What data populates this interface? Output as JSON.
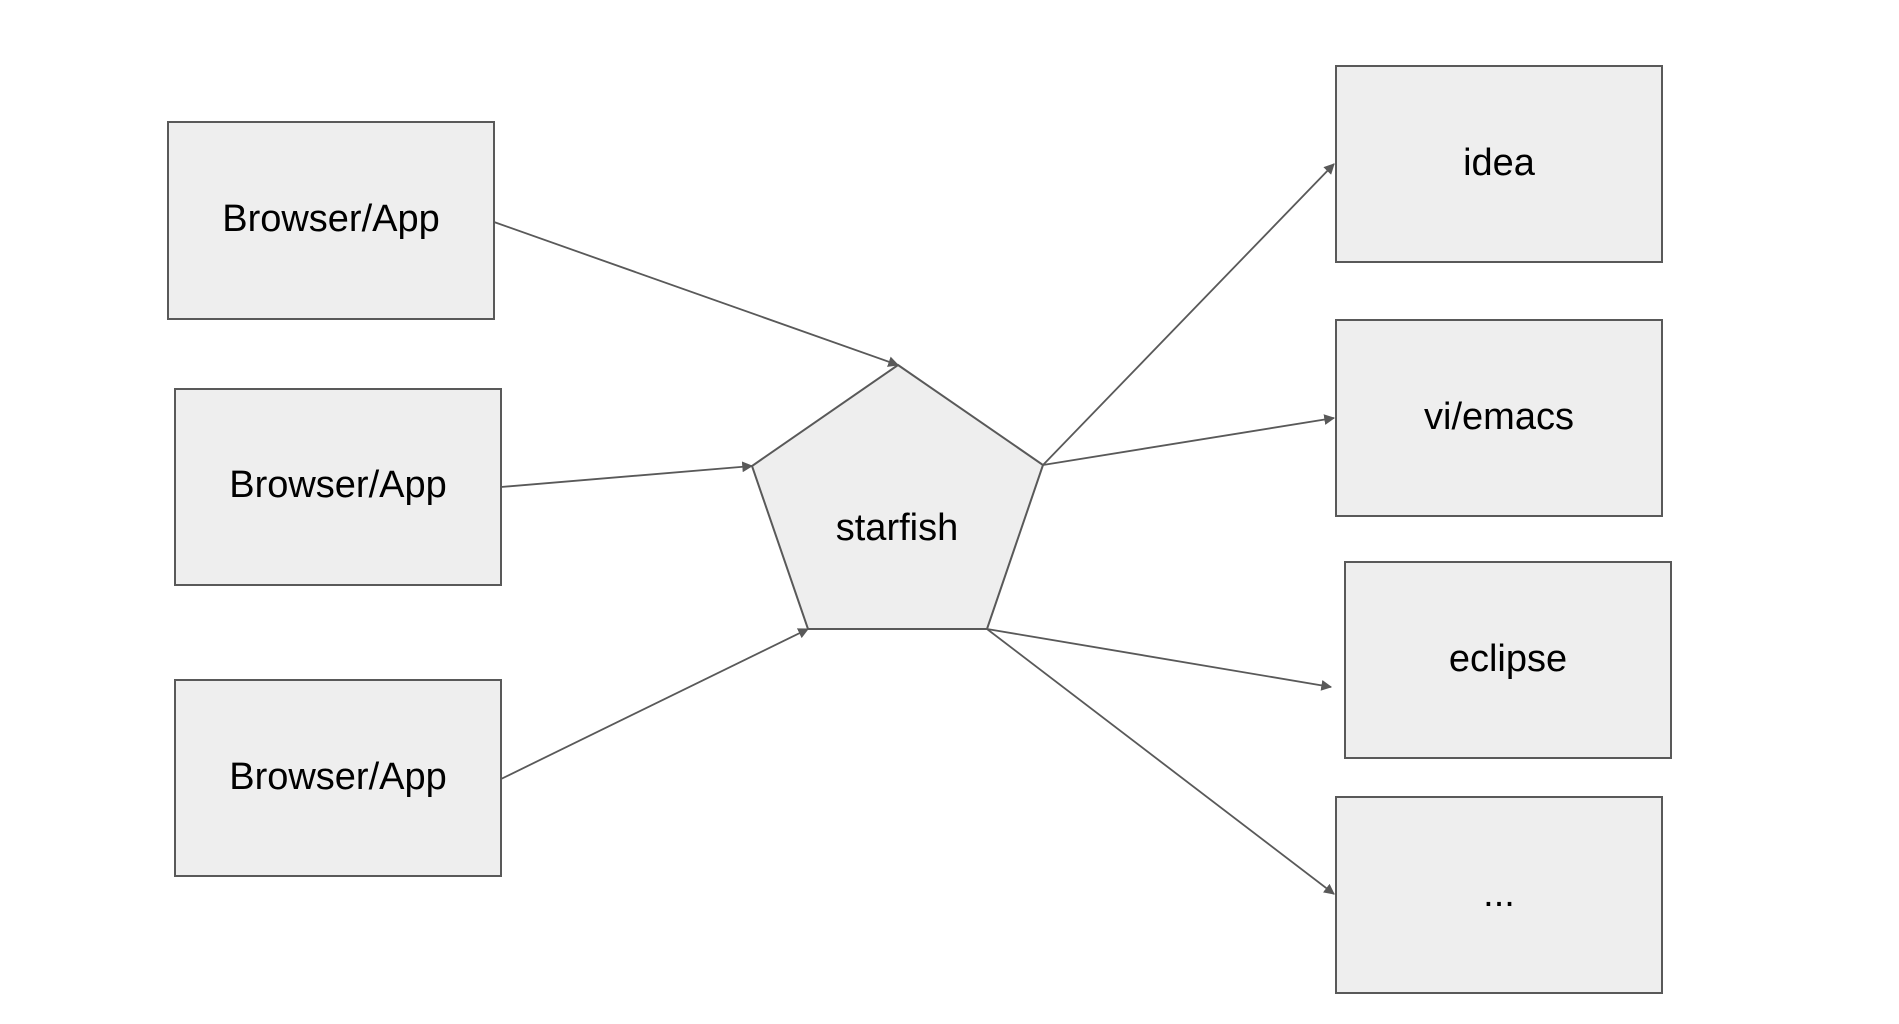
{
  "diagram": {
    "center": {
      "label": "starfish"
    },
    "clients": [
      {
        "label": "Browser/App"
      },
      {
        "label": "Browser/App"
      },
      {
        "label": "Browser/App"
      }
    ],
    "editors": [
      {
        "label": "idea"
      },
      {
        "label": "vi/emacs"
      },
      {
        "label": "eclipse"
      },
      {
        "label": "..."
      }
    ],
    "colors": {
      "node_fill": "#eeeeee",
      "node_stroke": "#595959",
      "edge": "#595959",
      "text": "#000000"
    }
  }
}
